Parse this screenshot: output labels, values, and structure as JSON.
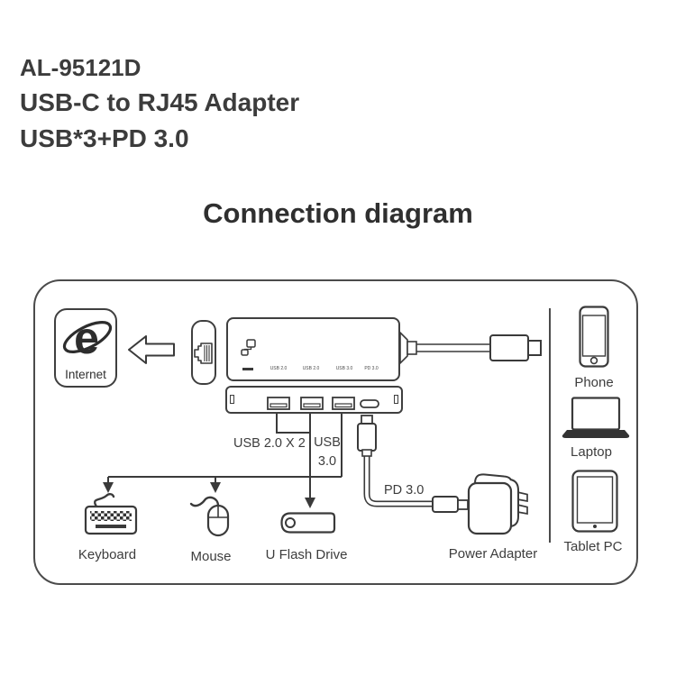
{
  "product": {
    "model": "AL-95121D",
    "title": "USB-C to RJ45 Adapter",
    "subtitle": "USB*3+PD 3.0"
  },
  "section_title": "Connection diagram",
  "diagram": {
    "internet": {
      "label": "Internet",
      "logo_letter": "e"
    },
    "hub": {
      "port_labels": [
        "USB 2.0",
        "USB 2.0",
        "USB 3.0",
        "PD 3.0"
      ]
    },
    "connections": {
      "usb2_group": "USB 2.0 X 2",
      "usb3_line1": "USB",
      "usb3_line2": "3.0",
      "pd": "PD 3.0"
    },
    "peripherals": {
      "keyboard": "Keyboard",
      "mouse": "Mouse",
      "flash_drive": "U Flash Drive",
      "power_adapter": "Power Adapter"
    },
    "hosts": {
      "phone": "Phone",
      "laptop": "Laptop",
      "tablet": "Tablet PC"
    }
  },
  "colors": {
    "line": "#3a3a3a",
    "text": "#3d3d3d",
    "dark_fill": "#333333",
    "background": "#ffffff"
  }
}
